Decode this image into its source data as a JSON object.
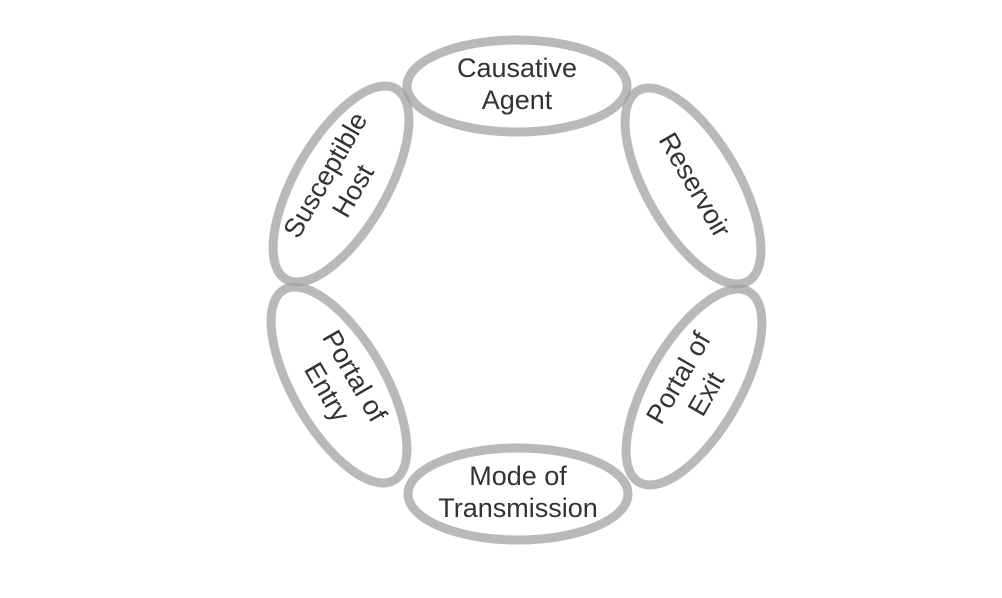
{
  "diagram": {
    "links": [
      {
        "id": "causative-agent",
        "lines": [
          "Causative",
          "Agent"
        ]
      },
      {
        "id": "reservoir",
        "lines": [
          "Reservoir"
        ]
      },
      {
        "id": "portal-of-exit",
        "lines": [
          "Portal of",
          "Exit"
        ]
      },
      {
        "id": "mode-of-transmission",
        "lines": [
          "Mode of",
          "Transmission"
        ]
      },
      {
        "id": "portal-of-entry",
        "lines": [
          "Portal of",
          "Entry"
        ]
      },
      {
        "id": "susceptible-host",
        "lines": [
          "Susceptible",
          "Host"
        ]
      }
    ],
    "colors": {
      "ring_stroke": "#9e9e9e",
      "text": "#333333",
      "background": "#ffffff"
    }
  }
}
